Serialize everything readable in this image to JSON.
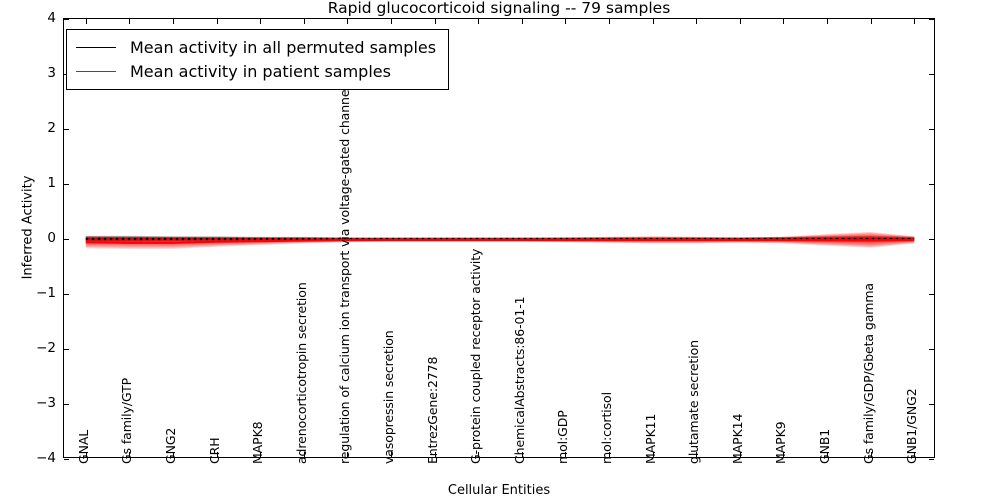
{
  "chart_data": {
    "type": "line",
    "title": "Rapid glucocorticoid signaling -- 79 samples",
    "xlabel": "Cellular Entities",
    "ylabel": "Inferred Activity",
    "ylim": [
      -4,
      4
    ],
    "yticks": [
      4,
      3,
      2,
      1,
      0,
      -1,
      -2,
      -3,
      -4
    ],
    "ytick_labels": [
      "4",
      "3",
      "2",
      "1",
      "0",
      "−1",
      "−2",
      "−3",
      "−4"
    ],
    "grid": false,
    "legend_position": "upper left",
    "legend": [
      {
        "label": "Mean activity in all permuted samples",
        "color": "#000000"
      },
      {
        "label": "Mean activity in patient samples",
        "color": "#ff0000"
      }
    ],
    "categories": [
      "GNAL",
      "Gs family/GTP",
      "GNG2",
      "CRH",
      "MAPK8",
      "adrenocorticotropin secretion",
      "regulation of calcium ion transport via voltage-gated channel",
      "vasopressin secretion",
      "EntrezGene:2778",
      "G-protein coupled receptor activity",
      "ChemicalAbstracts:86-01-1",
      "mol:GDP",
      "mol:cortisol",
      "MAPK11",
      "glutamate secretion",
      "MAPK14",
      "MAPK9",
      "GNB1",
      "Gs family/GDP/Gbeta gamma",
      "GNB1/GNG2"
    ],
    "series": [
      {
        "name": "Mean activity in all permuted samples",
        "color": "#000000",
        "style": "dotted",
        "values": [
          0.0,
          0.0,
          0.0,
          0.0,
          0.0,
          0.0,
          0.0,
          0.0,
          0.0,
          0.0,
          0.0,
          0.0,
          0.0,
          0.0,
          0.0,
          0.0,
          0.0,
          0.0,
          0.0,
          0.0
        ],
        "band_upper": [
          0.06,
          0.06,
          0.05,
          0.05,
          0.04,
          0.04,
          0.03,
          0.03,
          0.03,
          0.03,
          0.03,
          0.03,
          0.03,
          0.03,
          0.03,
          0.03,
          0.04,
          0.05,
          0.06,
          0.04
        ],
        "band_lower": [
          -0.06,
          -0.06,
          -0.05,
          -0.05,
          -0.04,
          -0.04,
          -0.03,
          -0.03,
          -0.03,
          -0.03,
          -0.03,
          -0.03,
          -0.03,
          -0.03,
          -0.03,
          -0.03,
          -0.04,
          -0.05,
          -0.06,
          -0.04
        ]
      },
      {
        "name": "Mean activity in patient samples",
        "color": "#ff0000",
        "style": "solid",
        "values": [
          -0.06,
          -0.07,
          -0.07,
          -0.05,
          -0.04,
          -0.03,
          -0.02,
          -0.02,
          -0.02,
          -0.02,
          -0.02,
          -0.02,
          -0.02,
          -0.02,
          -0.02,
          -0.02,
          -0.02,
          -0.02,
          -0.02,
          -0.02
        ],
        "band_upper": [
          0.05,
          0.04,
          0.04,
          0.03,
          0.03,
          0.02,
          0.02,
          0.02,
          0.02,
          0.02,
          0.02,
          0.03,
          0.04,
          0.05,
          0.04,
          0.03,
          0.04,
          0.09,
          0.13,
          0.05
        ],
        "band_lower": [
          -0.17,
          -0.18,
          -0.18,
          -0.14,
          -0.11,
          -0.08,
          -0.06,
          -0.05,
          -0.05,
          -0.05,
          -0.05,
          -0.06,
          -0.07,
          -0.08,
          -0.08,
          -0.07,
          -0.08,
          -0.12,
          -0.16,
          -0.08
        ]
      }
    ]
  }
}
